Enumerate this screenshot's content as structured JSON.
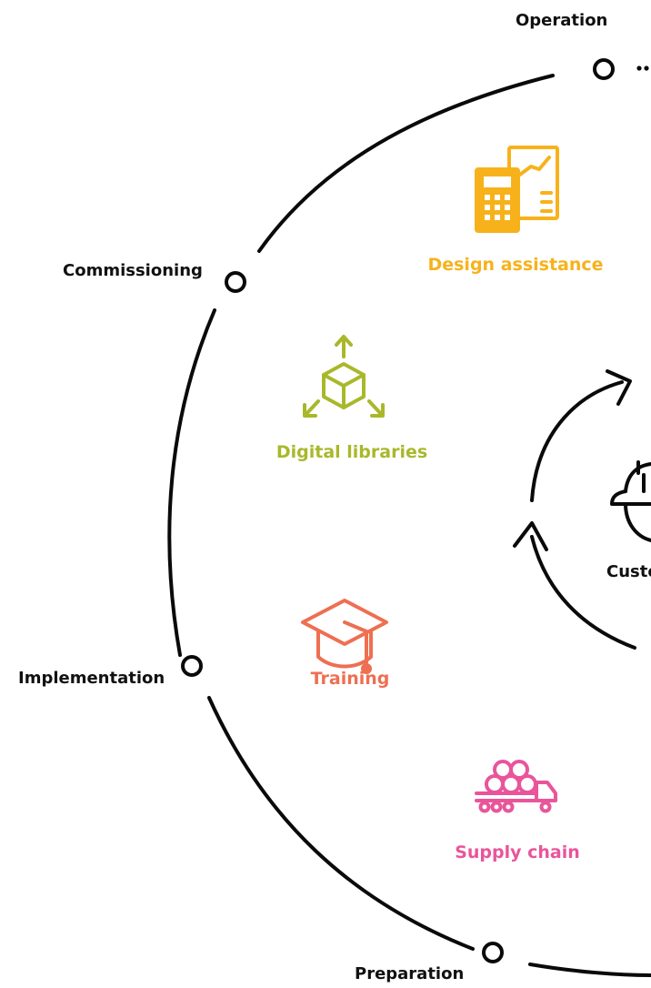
{
  "stages": {
    "operation": "Operation",
    "commissioning": "Commissioning",
    "implementation": "Implementation",
    "preparation": "Preparation"
  },
  "services": {
    "design_assistance": "Design assistance",
    "digital_libraries": "Digital libraries",
    "training": "Training",
    "supply_chain": "Supply chain"
  },
  "center": {
    "label": "Custo"
  },
  "colors": {
    "design_assistance": "#F7B21B",
    "digital_libraries": "#A9B82B",
    "training": "#EE6F52",
    "supply_chain": "#E9559A",
    "line": "#0A0A0A"
  },
  "icons": {
    "design_assistance": "calculator-report-icon",
    "digital_libraries": "3d-cube-arrows-icon",
    "training": "graduation-cap-icon",
    "supply_chain": "truck-pipes-icon",
    "center": "hard-hat-worker-icon"
  }
}
